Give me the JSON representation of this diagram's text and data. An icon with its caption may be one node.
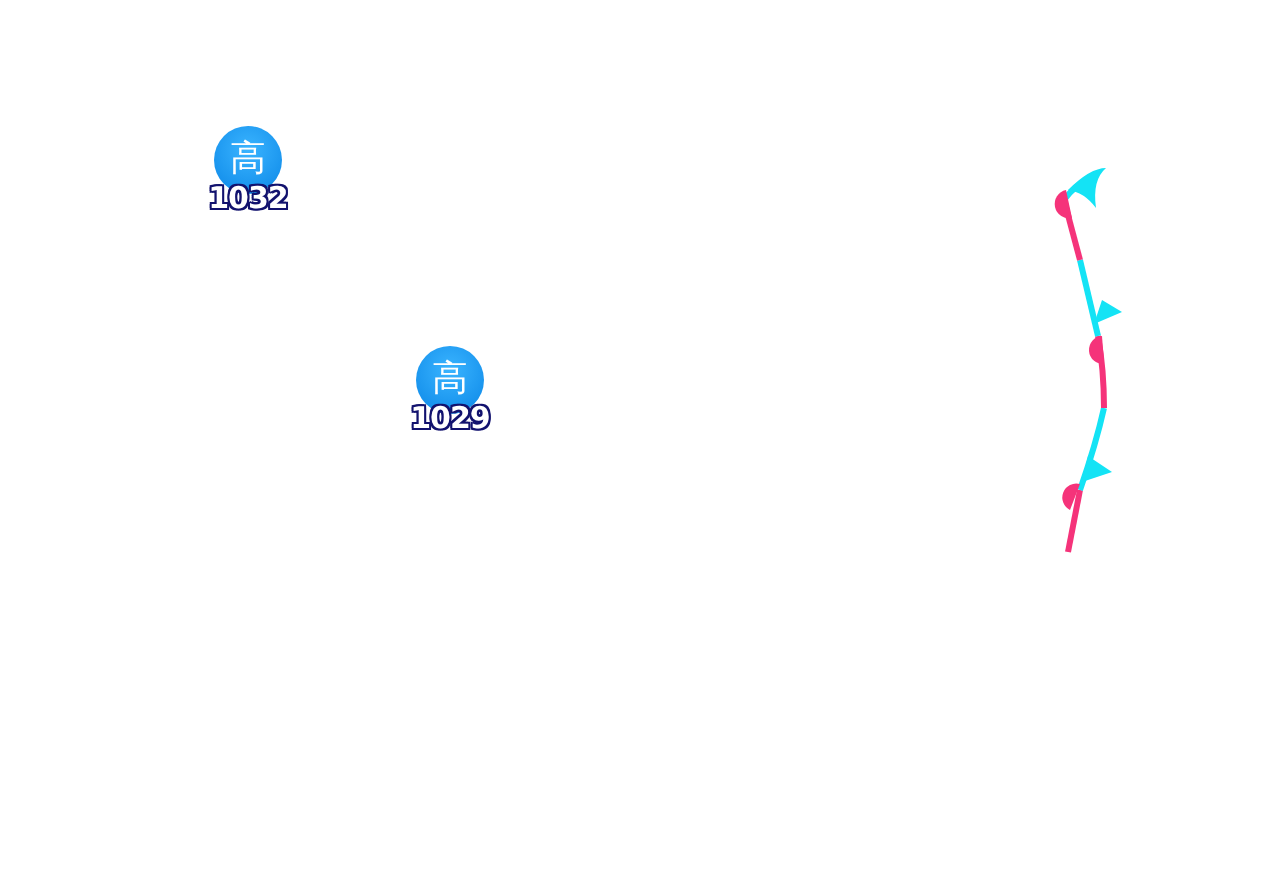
{
  "diagram": {
    "nodes": [
      {
        "text": [
          "高"
        ],
        "beside": [
          "1032"
        ]
      },
      {
        "text": [
          "高"
        ],
        "beside": [
          "1029"
        ]
      }
    ]
  }
}
